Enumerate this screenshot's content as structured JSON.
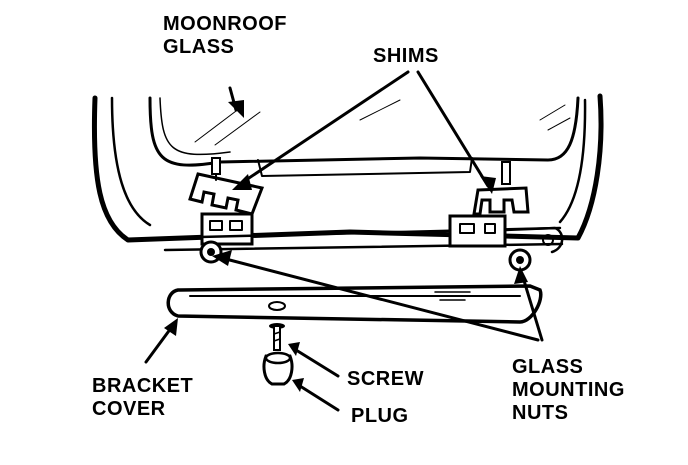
{
  "labels": {
    "moonroof_glass": [
      "MOONROOF",
      "GLASS"
    ],
    "shims": "SHIMS",
    "glass_mounting_nuts": [
      "GLASS",
      "MOUNTING",
      "NUTS"
    ],
    "bracket_cover": [
      "BRACKET",
      "COVER"
    ],
    "screw": "SCREW",
    "plug": "PLUG"
  },
  "colors": {
    "ink": "#000000",
    "paper": "#ffffff"
  }
}
